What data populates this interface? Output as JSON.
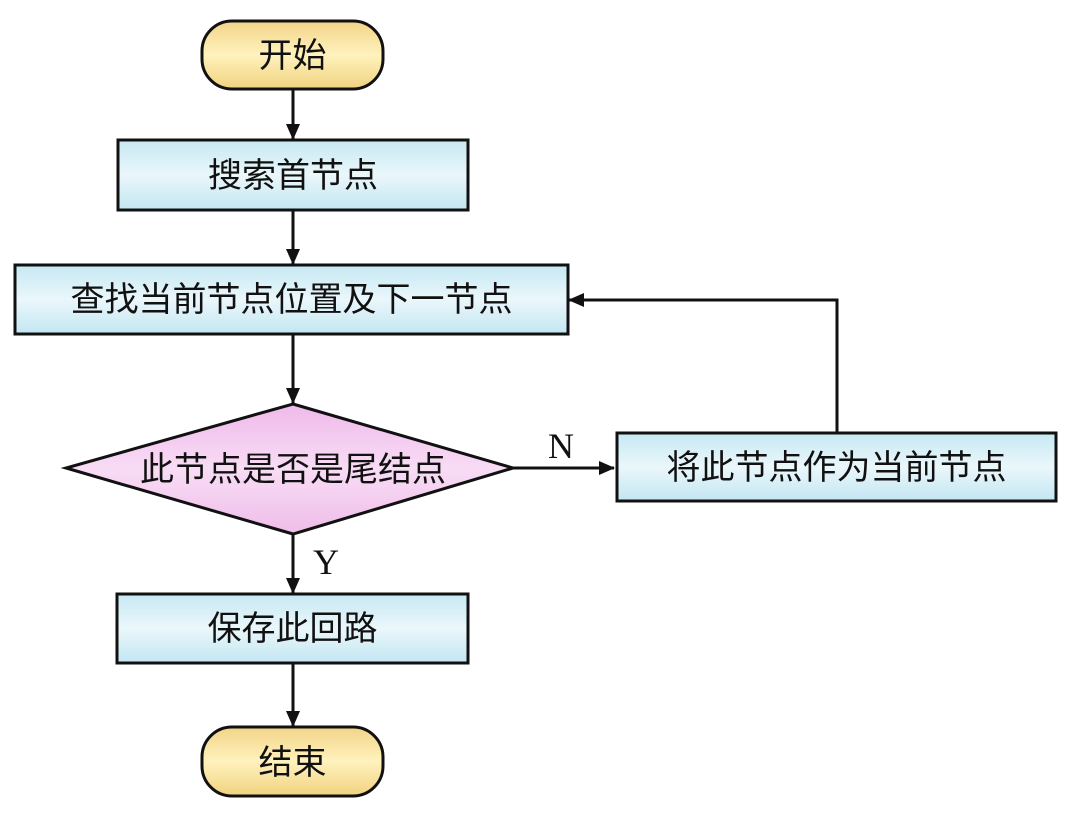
{
  "diagram": {
    "type": "flowchart",
    "colors": {
      "terminal_fill_top": "#fff0b8",
      "terminal_fill_bottom": "#f3d98a",
      "process_fill_top": "#c7e9f3",
      "process_fill_bottom": "#e8f6fb",
      "decision_fill": "#f2c6ee",
      "stroke": "#111111"
    },
    "nodes": {
      "start": {
        "label": "开始",
        "shape": "terminal"
      },
      "search_head": {
        "label": "搜索首节点",
        "shape": "process"
      },
      "find_next": {
        "label": "查找当前节点位置及下一节点",
        "shape": "process"
      },
      "is_tail": {
        "label": "此节点是否是尾结点",
        "shape": "decision"
      },
      "set_current": {
        "label": "将此节点作为当前节点",
        "shape": "process"
      },
      "save_loop": {
        "label": "保存此回路",
        "shape": "process"
      },
      "end": {
        "label": "结束",
        "shape": "terminal"
      }
    },
    "edges": [
      {
        "from": "start",
        "to": "search_head",
        "label": ""
      },
      {
        "from": "search_head",
        "to": "find_next",
        "label": ""
      },
      {
        "from": "find_next",
        "to": "is_tail",
        "label": ""
      },
      {
        "from": "is_tail",
        "to": "set_current",
        "label": "N"
      },
      {
        "from": "set_current",
        "to": "find_next",
        "label": ""
      },
      {
        "from": "is_tail",
        "to": "save_loop",
        "label": "Y"
      },
      {
        "from": "save_loop",
        "to": "end",
        "label": ""
      }
    ],
    "edge_labels": {
      "no": "N",
      "yes": "Y"
    }
  }
}
